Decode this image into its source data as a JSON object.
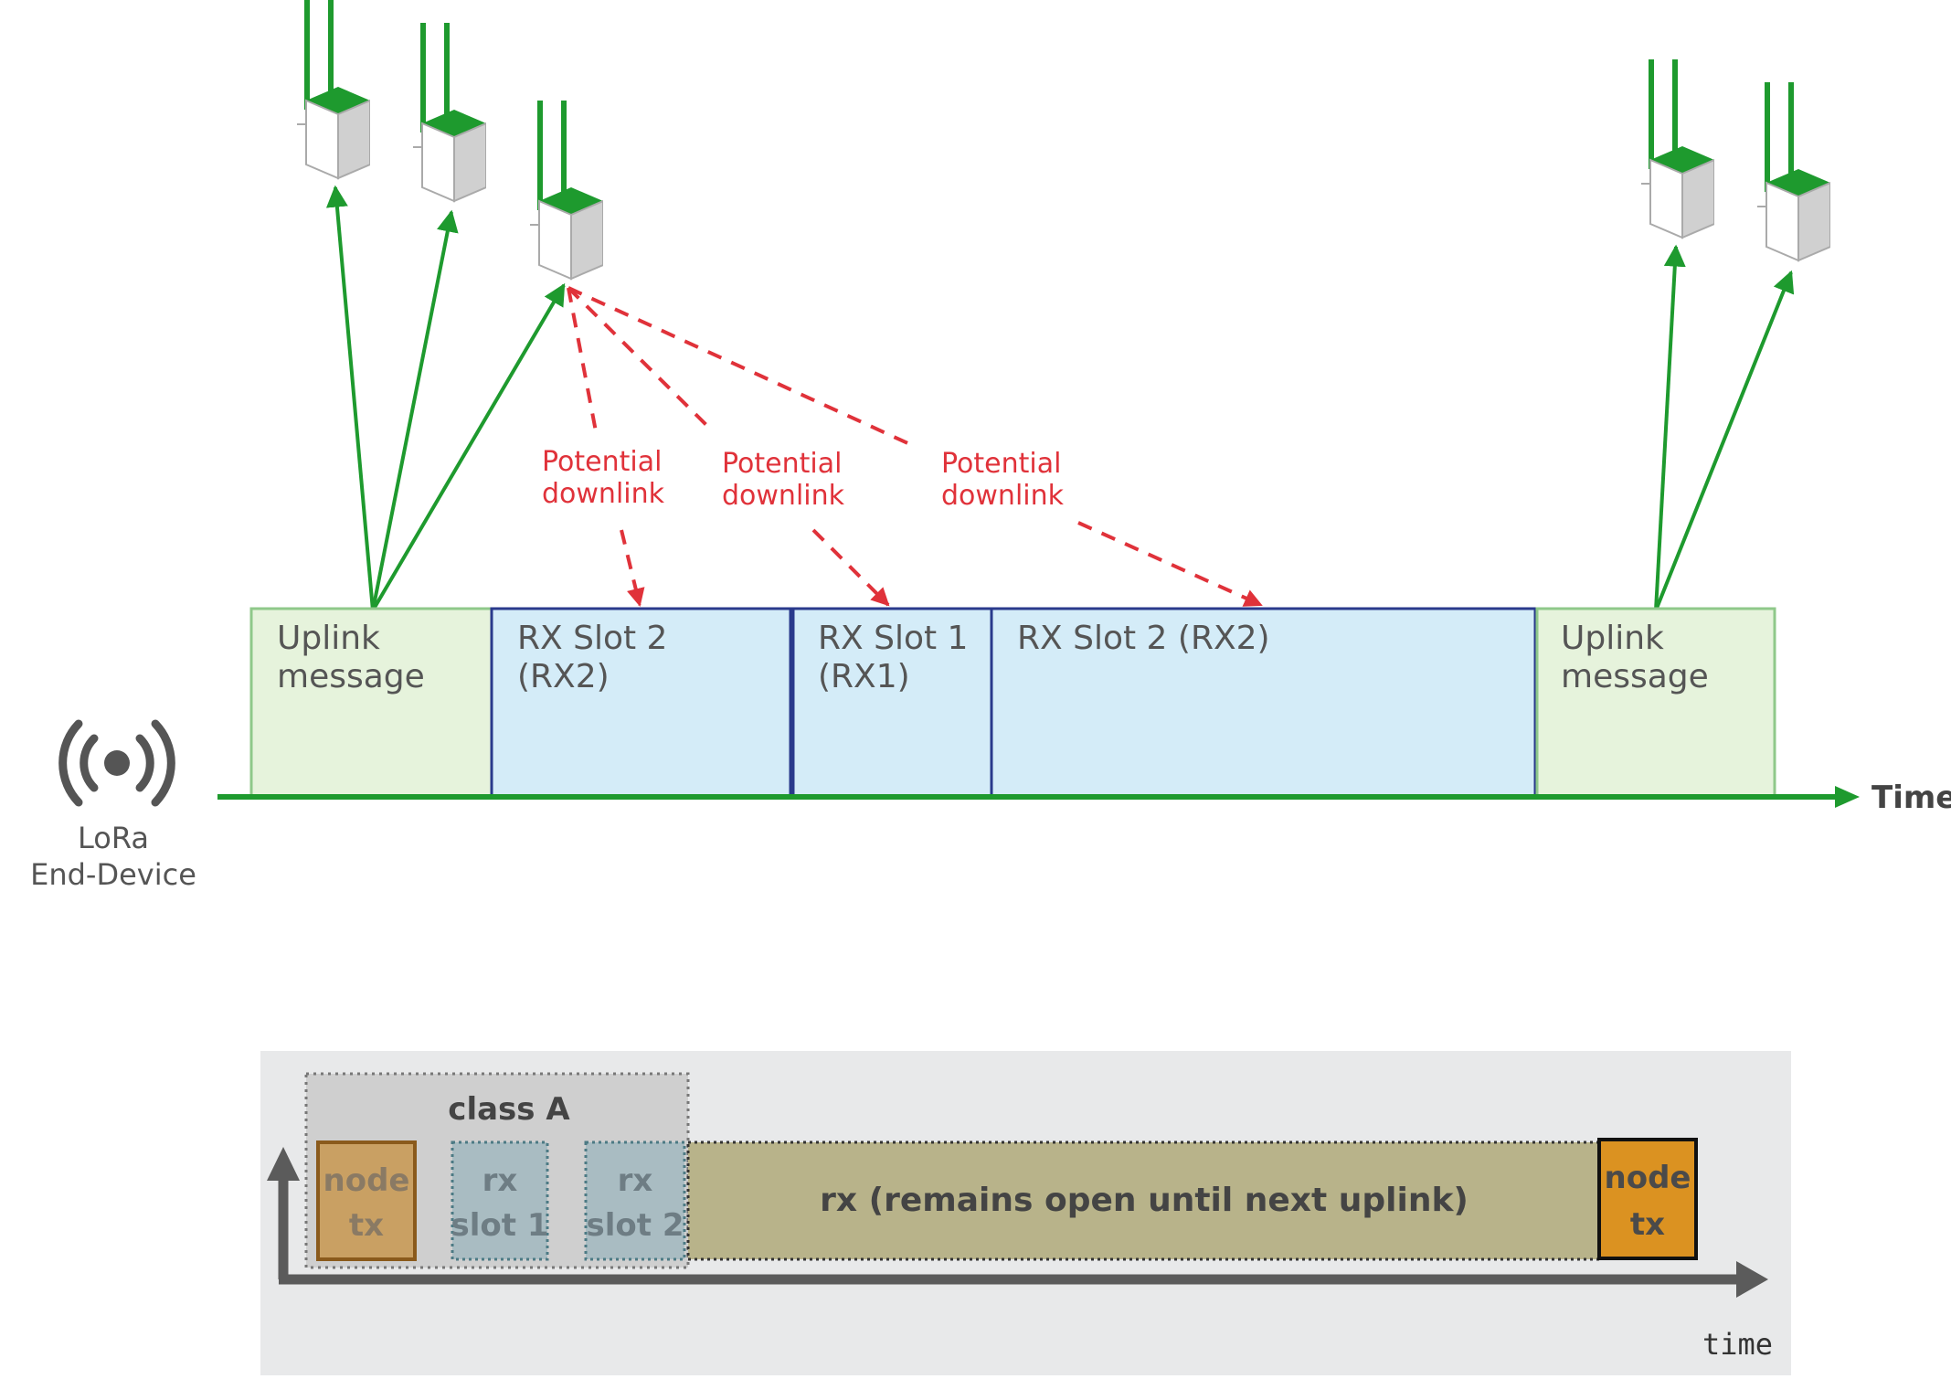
{
  "top": {
    "slots": [
      {
        "id": "uplink-1",
        "line1": "Uplink",
        "line2": "message",
        "kind": "uplink"
      },
      {
        "id": "rx2-a",
        "line1": "RX Slot 2",
        "line2": "(RX2)",
        "kind": "rx"
      },
      {
        "id": "rx1",
        "line1": "RX Slot 1",
        "line2": "(RX1)",
        "kind": "rx"
      },
      {
        "id": "rx2-b",
        "line1": "RX Slot 2 (RX2)",
        "line2": "",
        "kind": "rx"
      },
      {
        "id": "uplink-2",
        "line1": "Uplink",
        "line2": "message",
        "kind": "uplink"
      }
    ],
    "downlinks": [
      {
        "line1": "Potential",
        "line2": "downlink"
      },
      {
        "line1": "Potential",
        "line2": "downlink"
      },
      {
        "line1": "Potential",
        "line2": "downlink"
      }
    ],
    "axis_label": "Time",
    "device_label_line1": "LoRa",
    "device_label_line2": "End-Device",
    "colors": {
      "green": "#1e9a2e",
      "uplink_fill": "#e6f3dc",
      "rx_fill": "#d4ecf8",
      "rx_border": "#2a3a8c",
      "red": "#e0323a"
    }
  },
  "bottom": {
    "group_label": "class A",
    "node_tx_1": {
      "line1": "node",
      "line2": "tx"
    },
    "rx_slot_1": {
      "line1": "rx",
      "line2": "slot 1"
    },
    "rx_slot_2": {
      "line1": "rx",
      "line2": "slot 2"
    },
    "rx_open": "rx (remains open until next uplink)",
    "node_tx_2": {
      "line1": "node",
      "line2": "tx"
    },
    "axis_label": "time",
    "colors": {
      "panel": "#e8e9ea",
      "node_tx_faded": "#c9a063",
      "node_tx": "#db9221",
      "rx_slot": "#a9bcc2",
      "rx_open": "#b8b38a",
      "axis": "#5b5b5b"
    }
  }
}
